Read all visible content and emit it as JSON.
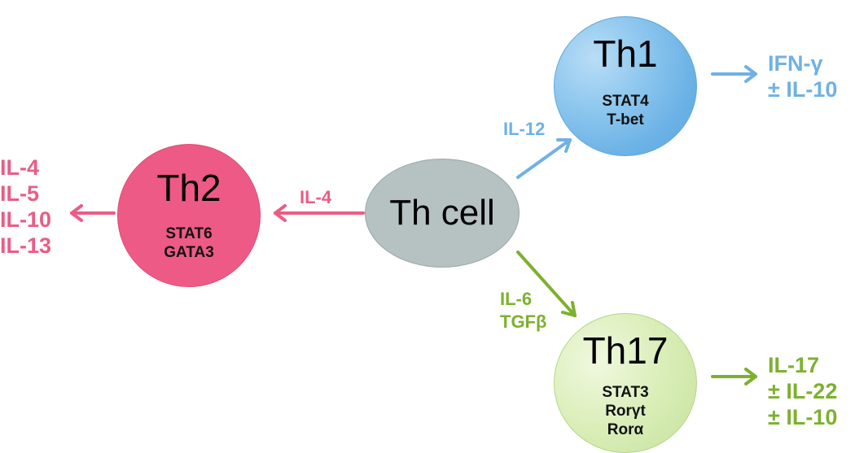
{
  "center": {
    "label": "Th cell"
  },
  "th1": {
    "label": "Th1",
    "markers": [
      "STAT4",
      "T-bet"
    ],
    "inducer": "IL-12",
    "outputs": [
      "IFN-γ",
      "± IL-10"
    ],
    "color": "#6fb1e4"
  },
  "th2": {
    "label": "Th2",
    "markers": [
      "STAT6",
      "GATA3"
    ],
    "inducer": "IL-4",
    "outputs": [
      "IL-4",
      "IL-5",
      "IL-10",
      "IL-13"
    ],
    "color": "#e95d85"
  },
  "th17": {
    "label": "Th17",
    "markers": [
      "STAT3",
      "Rorγt",
      "Rorα"
    ],
    "inducers": [
      "IL-6",
      "TGFβ"
    ],
    "outputs": [
      "IL-17",
      "± IL-22",
      "± IL-10"
    ],
    "color": "#7cb12e"
  }
}
